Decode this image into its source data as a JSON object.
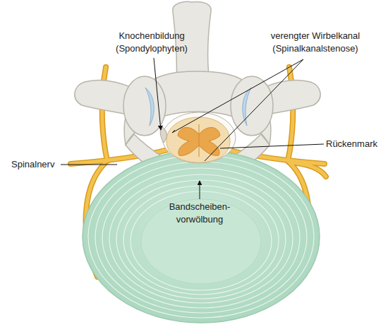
{
  "diagram": {
    "labels": [
      "Knochenbildung (Spondylophyten)",
      "verengter Wirbelkanal (Spinalkanalstenose)",
      "Rückenmark",
      "Spinalnerv",
      "Bandscheiben- vorwölbung"
    ]
  }
}
